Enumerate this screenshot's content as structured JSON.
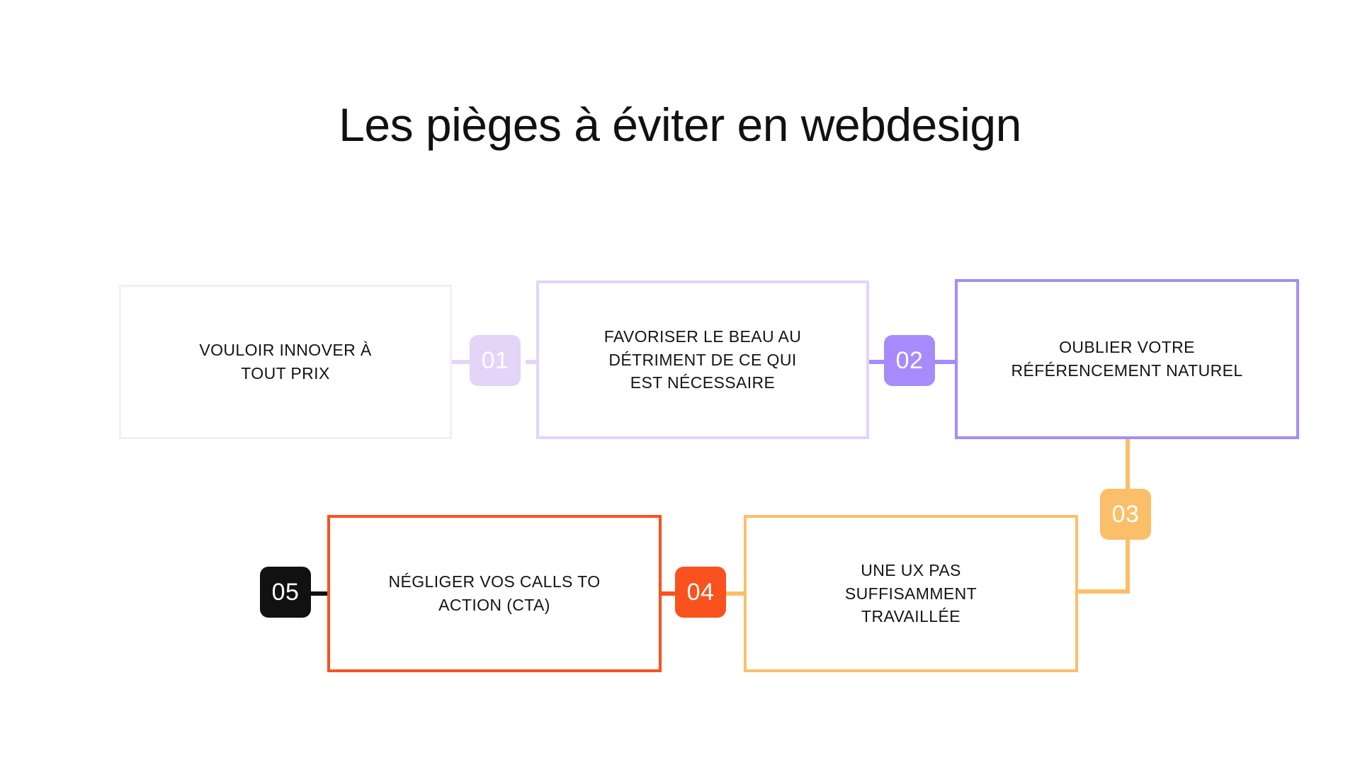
{
  "page": {
    "title": "Les pièges à éviter en webdesign",
    "background_color": "#FFFFFF"
  },
  "palette": {
    "step_01": "#E4D4F8",
    "step_02": "#A78BFA",
    "step_03": "#FBBF69",
    "step_04": "#F9521E",
    "step_05": "#111111",
    "box_1_border": "#F3EDFE",
    "box_2_border": "#E4D4F8",
    "box_3_border": "#A78BFA",
    "box_4_border": "#FBBF69",
    "box_5_border": "#F9521E",
    "text": "#141414",
    "badge_text": "#FFFFFF"
  },
  "diagram": {
    "type": "flow-chain",
    "orientation": "serpentine-left-to-right-then-right-to-left",
    "nodes": [
      {
        "id": "box-1",
        "label": "VOULOIR INNOVER À\nTOUT PRIX",
        "border_color": "#F3EDFE"
      },
      {
        "id": "box-2",
        "label": "FAVORISER LE BEAU AU\nDÉTRIMENT DE CE QUI\nEST NÉCESSAIRE",
        "border_color": "#E4D4F8"
      },
      {
        "id": "box-3",
        "label": "OUBLIER VOTRE\nRÉFÉRENCEMENT NATUREL",
        "border_color": "#A78BFA"
      },
      {
        "id": "box-4",
        "label": "UNE UX PAS\nSUFFISAMMENT\nTRAVAILLÉE",
        "border_color": "#FBBF69"
      },
      {
        "id": "box-5",
        "label": "NÉGLIGER VOS CALLS TO\nACTION (CTA)",
        "border_color": "#F9521E"
      }
    ],
    "steps": [
      {
        "id": "badge-01",
        "label": "01",
        "color": "#E4D4F8",
        "connects": "box-1 -> box-2"
      },
      {
        "id": "badge-02",
        "label": "02",
        "color": "#A78BFA",
        "connects": "box-2 -> box-3"
      },
      {
        "id": "badge-03",
        "label": "03",
        "color": "#FBBF69",
        "connects": "box-3 -> box-4"
      },
      {
        "id": "badge-04",
        "label": "04",
        "color": "#F9521E",
        "connects": "box-4 -> box-5"
      },
      {
        "id": "badge-05",
        "label": "05",
        "color": "#111111",
        "connects": "box-5 -> end"
      }
    ]
  }
}
